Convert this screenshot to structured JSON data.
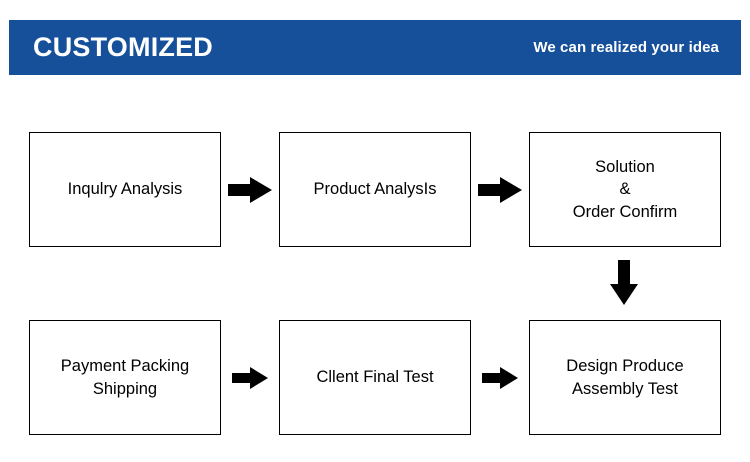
{
  "header": {
    "title": "CUSTOMIZED",
    "tagline": "We can realized your idea",
    "background_color": "#16509b",
    "text_color": "#ffffff"
  },
  "flow": {
    "row1": [
      {
        "label": "Inqulry Analysis"
      },
      {
        "label": "Product AnalysIs"
      },
      {
        "label": "Solution\n&\nOrder Confirm"
      }
    ],
    "row2": [
      {
        "label": "Payment Packing\nShipping"
      },
      {
        "label": "Cllent Final Test"
      },
      {
        "label": "Design Produce\nAssembly Test"
      }
    ],
    "connectors": [
      {
        "name": "arrow-right-1",
        "direction": "right"
      },
      {
        "name": "arrow-right-2",
        "direction": "right"
      },
      {
        "name": "arrow-down-1",
        "direction": "down"
      },
      {
        "name": "arrow-right-3",
        "direction": "right"
      },
      {
        "name": "arrow-right-4",
        "direction": "right"
      }
    ],
    "box_border_color": "#000000",
    "box_fill_color": "#ffffff",
    "arrow_color": "#000000"
  }
}
